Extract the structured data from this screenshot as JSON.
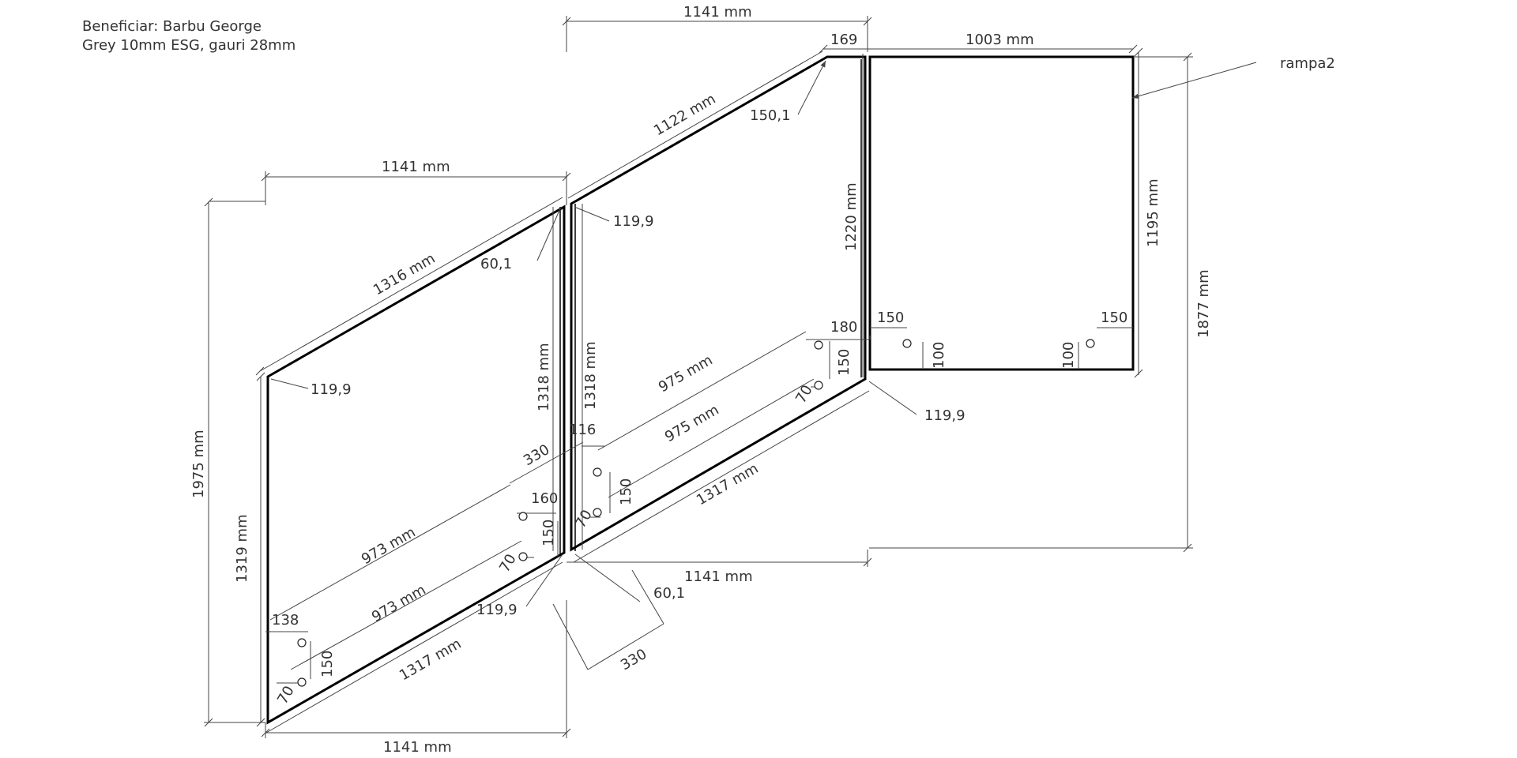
{
  "header": {
    "line1": "Beneficiar: Barbu George",
    "line2": "Grey 10mm ESG, gauri 28mm"
  },
  "colors": {
    "panel": "#000000",
    "dimension": "#444444",
    "text": "#333333"
  },
  "labels": [
    {
      "id": "dim-top-width",
      "text": "1141 mm"
    },
    {
      "id": "dim-169",
      "text": "169"
    },
    {
      "id": "dim-1003",
      "text": "1003 mm"
    },
    {
      "id": "label-rampa2",
      "text": "rampa2"
    },
    {
      "id": "dim-150-1",
      "text": "150,1"
    },
    {
      "id": "dim-1122",
      "text": "1122 mm"
    },
    {
      "id": "dim-1141-left",
      "text": "1141 mm"
    },
    {
      "id": "angle-119-9-top",
      "text": "119,9"
    },
    {
      "id": "angle-60-1-top",
      "text": "60,1"
    },
    {
      "id": "dim-1316",
      "text": "1316 mm"
    },
    {
      "id": "angle-119-9-left",
      "text": "119,9"
    },
    {
      "id": "dim-1975",
      "text": "1975 mm"
    },
    {
      "id": "dim-1319",
      "text": "1319 mm"
    },
    {
      "id": "dim-1318-a",
      "text": "1318 mm"
    },
    {
      "id": "dim-1318-b",
      "text": "1318 mm"
    },
    {
      "id": "dim-1220",
      "text": "1220 mm"
    },
    {
      "id": "dim-1195",
      "text": "1195 mm"
    },
    {
      "id": "dim-1877",
      "text": "1877 mm"
    },
    {
      "id": "dim-150-sq-left",
      "text": "150"
    },
    {
      "id": "dim-150-sq-right",
      "text": "150"
    },
    {
      "id": "dim-100-sq-left",
      "text": "100"
    },
    {
      "id": "dim-100-sq-right",
      "text": "100"
    },
    {
      "id": "dim-180",
      "text": "180"
    },
    {
      "id": "dim-150-mid-right",
      "text": "150"
    },
    {
      "id": "dim-70-mid-right",
      "text": "70"
    },
    {
      "id": "angle-119-9-right",
      "text": "119,9"
    },
    {
      "id": "dim-975-a",
      "text": "975 mm"
    },
    {
      "id": "dim-975-b",
      "text": "975 mm"
    },
    {
      "id": "dim-116",
      "text": "116"
    },
    {
      "id": "dim-330-top",
      "text": "330"
    },
    {
      "id": "dim-150-mid-left",
      "text": "150"
    },
    {
      "id": "dim-70-mid-left",
      "text": "70"
    },
    {
      "id": "dim-1317-mid",
      "text": "1317 mm"
    },
    {
      "id": "dim-160",
      "text": "160"
    },
    {
      "id": "dim-150-left-mid",
      "text": "150"
    },
    {
      "id": "dim-70-left-mid",
      "text": "70"
    },
    {
      "id": "dim-973-a",
      "text": "973 mm"
    },
    {
      "id": "dim-973-b",
      "text": "973 mm"
    },
    {
      "id": "dim-1141-bottom-mid",
      "text": "1141 mm"
    },
    {
      "id": "angle-60-1-bottom",
      "text": "60,1"
    },
    {
      "id": "angle-119-9-bottom",
      "text": "119,9"
    },
    {
      "id": "dim-138",
      "text": "138"
    },
    {
      "id": "dim-150-left-low",
      "text": "150"
    },
    {
      "id": "dim-70-left-low",
      "text": "70"
    },
    {
      "id": "dim-1317-left",
      "text": "1317 mm"
    },
    {
      "id": "dim-330-bottom",
      "text": "330"
    },
    {
      "id": "dim-1141-bottom",
      "text": "1141 mm"
    }
  ]
}
